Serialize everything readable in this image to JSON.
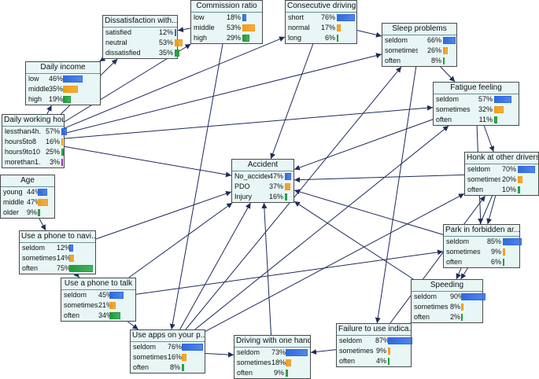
{
  "diagram": {
    "nodes": [
      {
        "id": "dissatisfaction",
        "title": "Dissatisfaction with...",
        "states": [
          {
            "label": "satisfied",
            "pct": "12%",
            "value": 0.12,
            "color": "#2f6ae0"
          },
          {
            "label": "neutral",
            "pct": "53%",
            "value": 0.53,
            "color": "#f29c17"
          },
          {
            "label": "dissatisfied",
            "pct": "35%",
            "value": 0.35,
            "color": "#1e9e3a"
          }
        ]
      },
      {
        "id": "commission",
        "title": "Commission ratio",
        "states": [
          {
            "label": "low",
            "pct": "18%",
            "value": 0.18,
            "color": "#2f6ae0"
          },
          {
            "label": "middle",
            "pct": "53%",
            "value": 0.53,
            "color": "#f29c17"
          },
          {
            "label": "high",
            "pct": "29%",
            "value": 0.29,
            "color": "#1e9e3a"
          }
        ]
      },
      {
        "id": "consecutive",
        "title": "Consecutive driving",
        "states": [
          {
            "label": "short",
            "pct": "76%",
            "value": 0.76,
            "color": "#2f6ae0"
          },
          {
            "label": "normal",
            "pct": "17%",
            "value": 0.17,
            "color": "#f29c17"
          },
          {
            "label": "long",
            "pct": "6%",
            "value": 0.06,
            "color": "#1e9e3a"
          }
        ]
      },
      {
        "id": "sleep",
        "title": "Sleep problems",
        "states": [
          {
            "label": "seldom",
            "pct": "66%",
            "value": 0.66,
            "color": "#2f6ae0"
          },
          {
            "label": "sometimes",
            "pct": "26%",
            "value": 0.26,
            "color": "#f29c17"
          },
          {
            "label": "often",
            "pct": "8%",
            "value": 0.08,
            "color": "#1e9e3a"
          }
        ]
      },
      {
        "id": "income",
        "title": "Daily income",
        "states": [
          {
            "label": "low",
            "pct": "46%",
            "value": 0.46,
            "color": "#2f6ae0"
          },
          {
            "label": "middle",
            "pct": "35%",
            "value": 0.35,
            "color": "#f29c17"
          },
          {
            "label": "high",
            "pct": "19%",
            "value": 0.19,
            "color": "#1e9e3a"
          }
        ]
      },
      {
        "id": "fatigue",
        "title": "Fatigue feeling",
        "states": [
          {
            "label": "seldom",
            "pct": "57%",
            "value": 0.57,
            "color": "#2f6ae0"
          },
          {
            "label": "sometimes",
            "pct": "32%",
            "value": 0.32,
            "color": "#f29c17"
          },
          {
            "label": "often",
            "pct": "11%",
            "value": 0.11,
            "color": "#1e9e3a"
          }
        ]
      },
      {
        "id": "hours",
        "title": "Daily working hours",
        "states": [
          {
            "label": "lessthan4h...",
            "pct": "57%",
            "value": 0.57,
            "color": "#2f6ae0"
          },
          {
            "label": "hours5to8",
            "pct": "16%",
            "value": 0.16,
            "color": "#f29c17"
          },
          {
            "label": "hours9to10",
            "pct": "25%",
            "value": 0.25,
            "color": "#1e9e3a"
          },
          {
            "label": "morethan1...",
            "pct": "3%",
            "value": 0.03,
            "color": "#9b2fb0"
          }
        ]
      },
      {
        "id": "honk",
        "title": "Honk at other drivers",
        "states": [
          {
            "label": "seldom",
            "pct": "70%",
            "value": 0.7,
            "color": "#2f6ae0"
          },
          {
            "label": "sometimes",
            "pct": "20%",
            "value": 0.2,
            "color": "#f29c17"
          },
          {
            "label": "often",
            "pct": "10%",
            "value": 0.1,
            "color": "#1e9e3a"
          }
        ]
      },
      {
        "id": "accident",
        "title": "Accident",
        "states": [
          {
            "label": "No_accident",
            "pct": "47%",
            "value": 0.47,
            "color": "#2f6ae0"
          },
          {
            "label": "PDO",
            "pct": "37%",
            "value": 0.37,
            "color": "#f29c17"
          },
          {
            "label": "Injury",
            "pct": "16%",
            "value": 0.16,
            "color": "#1e9e3a"
          }
        ]
      },
      {
        "id": "age",
        "title": "Age",
        "states": [
          {
            "label": "young",
            "pct": "44%",
            "value": 0.44,
            "color": "#2f6ae0"
          },
          {
            "label": "middle",
            "pct": "47%",
            "value": 0.47,
            "color": "#f29c17"
          },
          {
            "label": "older",
            "pct": "9%",
            "value": 0.09,
            "color": "#1e9e3a"
          }
        ]
      },
      {
        "id": "park",
        "title": "Park in forbidden ar...",
        "states": [
          {
            "label": "seldom",
            "pct": "85%",
            "value": 0.85,
            "color": "#2f6ae0"
          },
          {
            "label": "sometimes",
            "pct": "9%",
            "value": 0.09,
            "color": "#f29c17"
          },
          {
            "label": "often",
            "pct": "6%",
            "value": 0.06,
            "color": "#1e9e3a"
          }
        ]
      },
      {
        "id": "phonenav",
        "title": "Use a phone to navi...",
        "states": [
          {
            "label": "seldom",
            "pct": "12%",
            "value": 0.12,
            "color": "#2f6ae0"
          },
          {
            "label": "sometimes",
            "pct": "14%",
            "value": 0.14,
            "color": "#f29c17"
          },
          {
            "label": "often",
            "pct": "75%",
            "value": 0.75,
            "color": "#1e9e3a"
          }
        ]
      },
      {
        "id": "phonetalk",
        "title": "Use a phone to talk",
        "states": [
          {
            "label": "seldom",
            "pct": "45%",
            "value": 0.45,
            "color": "#2f6ae0"
          },
          {
            "label": "sometimes",
            "pct": "21%",
            "value": 0.21,
            "color": "#f29c17"
          },
          {
            "label": "often",
            "pct": "34%",
            "value": 0.34,
            "color": "#1e9e3a"
          }
        ]
      },
      {
        "id": "speeding",
        "title": "Speeding",
        "states": [
          {
            "label": "seldom",
            "pct": "90%",
            "value": 0.9,
            "color": "#2f6ae0"
          },
          {
            "label": "sometimes",
            "pct": "8%",
            "value": 0.08,
            "color": "#f29c17"
          },
          {
            "label": "often",
            "pct": "2%",
            "value": 0.02,
            "color": "#1e9e3a"
          }
        ]
      },
      {
        "id": "apps",
        "title": "Use apps on your p...",
        "states": [
          {
            "label": "seldom",
            "pct": "76%",
            "value": 0.76,
            "color": "#2f6ae0"
          },
          {
            "label": "sometimes",
            "pct": "16%",
            "value": 0.16,
            "color": "#f29c17"
          },
          {
            "label": "often",
            "pct": "8%",
            "value": 0.08,
            "color": "#1e9e3a"
          }
        ]
      },
      {
        "id": "onehand",
        "title": "Driving with one hand",
        "states": [
          {
            "label": "seldom",
            "pct": "73%",
            "value": 0.73,
            "color": "#2f6ae0"
          },
          {
            "label": "sometimes",
            "pct": "18%",
            "value": 0.18,
            "color": "#f29c17"
          },
          {
            "label": "often",
            "pct": "9%",
            "value": 0.09,
            "color": "#1e9e3a"
          }
        ]
      },
      {
        "id": "indicator",
        "title": "Failure to use indica...",
        "states": [
          {
            "label": "seldom",
            "pct": "87%",
            "value": 0.87,
            "color": "#2f6ae0"
          },
          {
            "label": "sometimes",
            "pct": "9%",
            "value": 0.09,
            "color": "#f29c17"
          },
          {
            "label": "often",
            "pct": "4%",
            "value": 0.04,
            "color": "#1e9e3a"
          }
        ]
      }
    ],
    "edges": [
      [
        "dissatisfaction",
        "income"
      ],
      [
        "commission",
        "dissatisfaction"
      ],
      [
        "commission",
        "apps"
      ],
      [
        "consecutive",
        "sleep"
      ],
      [
        "consecutive",
        "accident"
      ],
      [
        "sleep",
        "fatigue"
      ],
      [
        "sleep",
        "indicator"
      ],
      [
        "hours",
        "dissatisfaction"
      ],
      [
        "hours",
        "income"
      ],
      [
        "hours",
        "commission"
      ],
      [
        "hours",
        "consecutive"
      ],
      [
        "hours",
        "fatigue"
      ],
      [
        "hours",
        "accident"
      ],
      [
        "hours",
        "sleep"
      ],
      [
        "fatigue",
        "accident"
      ],
      [
        "fatigue",
        "honk"
      ],
      [
        "fatigue",
        "park"
      ],
      [
        "honk",
        "accident"
      ],
      [
        "honk",
        "park"
      ],
      [
        "honk",
        "speeding"
      ],
      [
        "age",
        "phonenav"
      ],
      [
        "phonenav",
        "phonetalk"
      ],
      [
        "phonenav",
        "accident"
      ],
      [
        "phonetalk",
        "apps"
      ],
      [
        "phonetalk",
        "accident"
      ],
      [
        "phonetalk",
        "park"
      ],
      [
        "apps",
        "onehand"
      ],
      [
        "apps",
        "accident"
      ],
      [
        "apps",
        "sleep"
      ],
      [
        "apps",
        "fatigue"
      ],
      [
        "apps",
        "honk"
      ],
      [
        "onehand",
        "accident"
      ],
      [
        "indicator",
        "onehand"
      ],
      [
        "indicator",
        "honk"
      ],
      [
        "park",
        "accident"
      ],
      [
        "speeding",
        "accident"
      ],
      [
        "speeding",
        "indicator"
      ],
      [
        "park",
        "speeding"
      ]
    ]
  }
}
